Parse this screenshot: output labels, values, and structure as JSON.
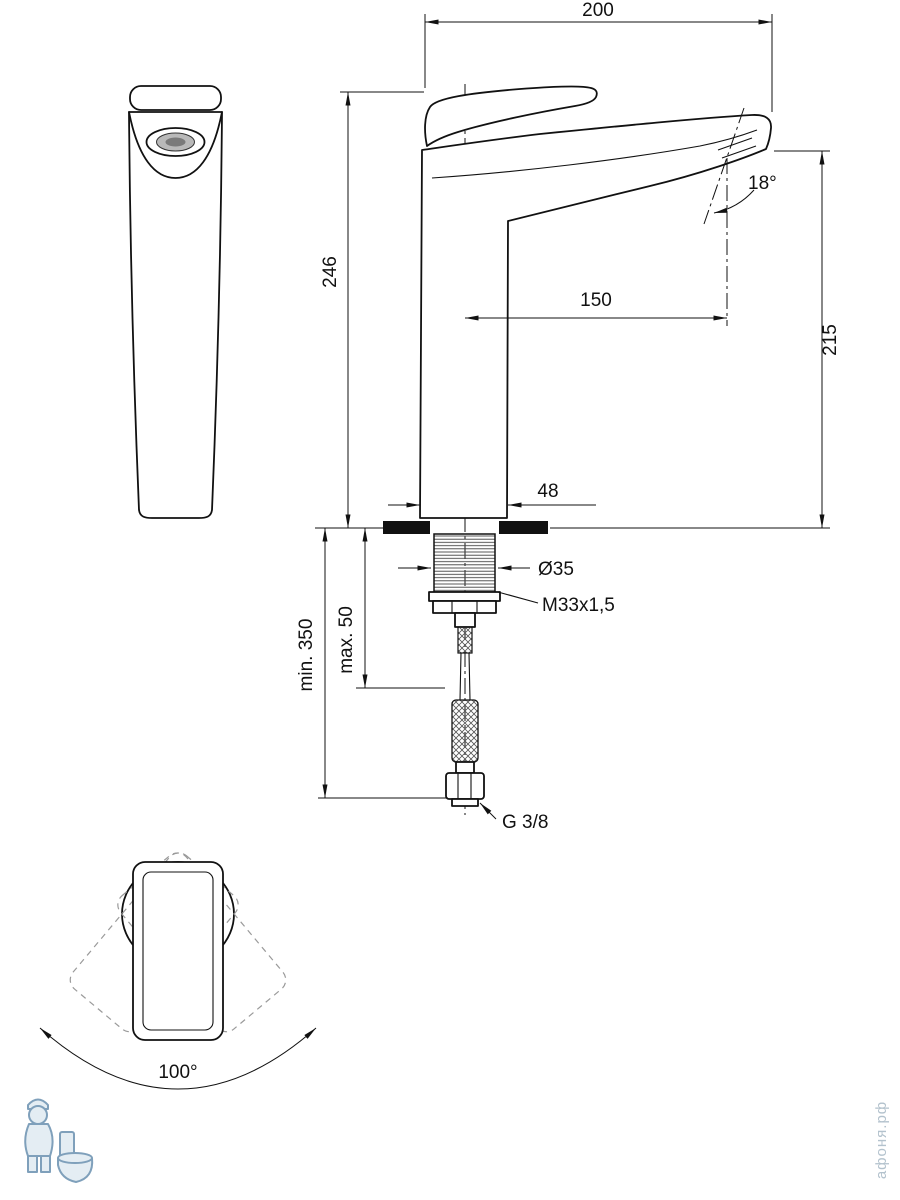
{
  "dims": {
    "overall_depth": "200",
    "overall_height": "246",
    "aerator_angle": "18°",
    "spout_reach": "150",
    "spout_outlet_height": "215",
    "body_depth": "48",
    "hole_diameter": "Ø35",
    "fixing_thread": "M33x1,5",
    "deck_max": "max. 50",
    "hose_min": "min. 350",
    "supply_thread": "G 3/8",
    "swivel": "100°"
  },
  "watermark": {
    "text": "афоня.рф",
    "color": "#b3c2cd"
  },
  "colors": {
    "line": "#111111",
    "aerator_gray": "#b9b9b9"
  }
}
